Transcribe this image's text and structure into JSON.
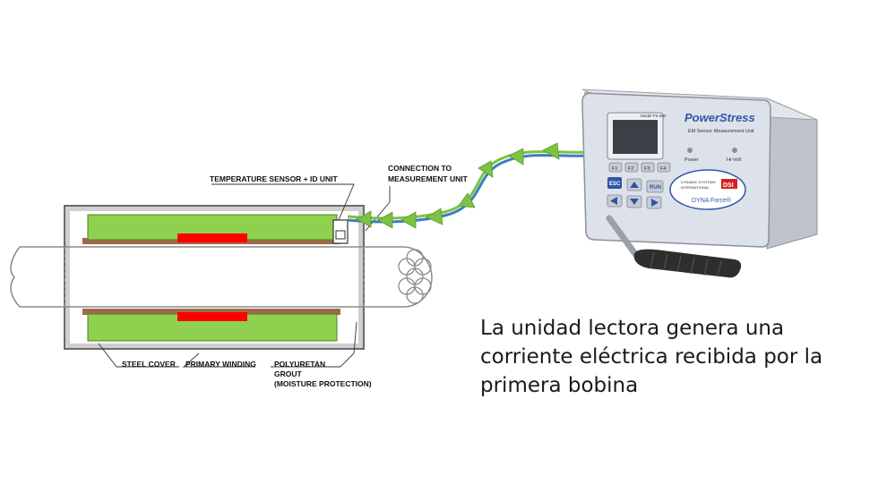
{
  "diagram": {
    "labels": {
      "temperature_sensor": "TEMPERATURE SENSOR + ID UNIT",
      "connection_line1": "CONNECTION TO",
      "connection_line2": "MEASUREMENT UNIT",
      "steel_cover": "STEEL COVER",
      "primary_winding": "PRIMARY WINDING",
      "polyuretan_line1": "POLYURETAN",
      "polyuretan_line2": "GROUT",
      "polyuretan_line3": "(MOISTURE PROTECTION)"
    },
    "colors": {
      "winding_fill": "#8fd14f",
      "sensor_bar": "#ff0000",
      "cable_green": "#7dc243",
      "cable_blue": "#3a7fc1",
      "casing": "#c9c9c9",
      "device_body": "#d6dbe2"
    }
  },
  "device": {
    "brand": "PowerStress",
    "subtitle": "EM Sensor Measurement Unit",
    "model": "Model PS-600",
    "power_label": "Power",
    "hivolt_label": "Hi-Volt",
    "company_line1": "DYNAMIC SYSTEMS",
    "company_line2": "INTERNATIONAL",
    "dsi_logo": "DSI",
    "dyna_force": "DYNA Force®",
    "function_keys": [
      "F1",
      "F2",
      "F3",
      "F4"
    ],
    "esc_key": "ESC",
    "run_key": "RUN",
    "arrow_icons": [
      "arrow-up-icon",
      "arrow-left-icon",
      "arrow-down-icon",
      "arrow-right-icon"
    ]
  },
  "caption": {
    "line1": "La unidad lectora genera una",
    "line2": "corriente eléctrica recibida por la",
    "line3": "primera bobina"
  }
}
